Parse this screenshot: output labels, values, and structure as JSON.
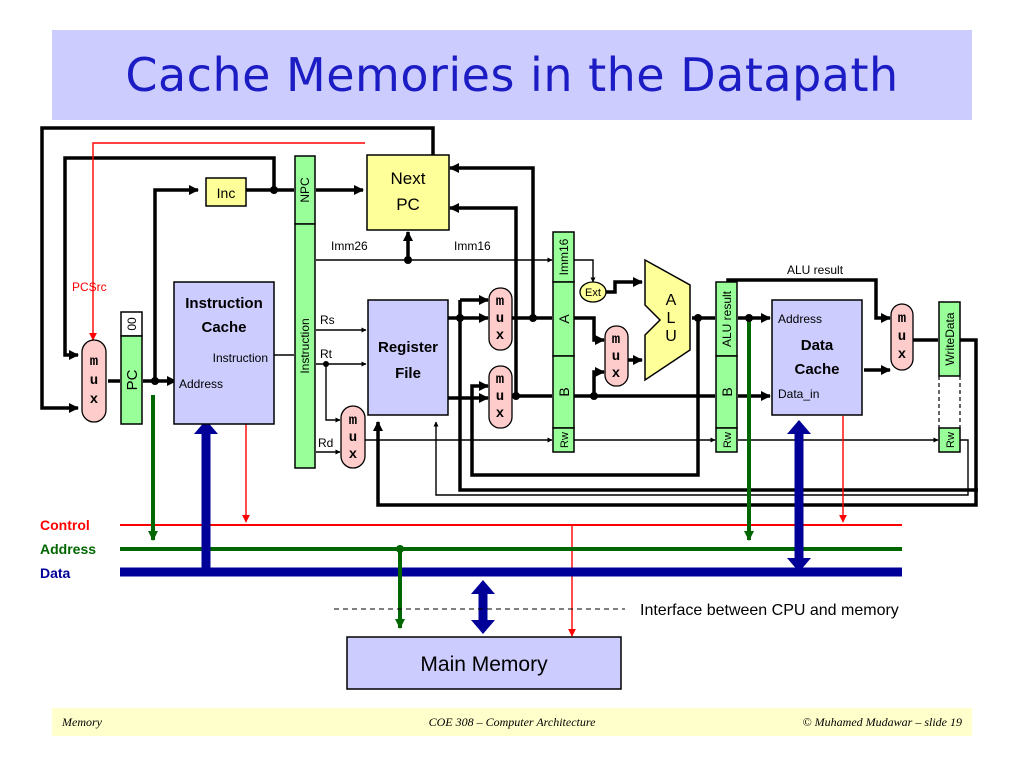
{
  "slide": {
    "title": "Cache Memories in the Datapath"
  },
  "footer": {
    "left": "Memory",
    "center": "COE 308 – Computer Architecture",
    "right": "© Muhamed Mudawar – slide 19"
  },
  "blocks": {
    "inc": "Inc",
    "next_pc": [
      "Next",
      "PC"
    ],
    "npc": "NPC",
    "instruction_reg": "Instruction",
    "icache": {
      "title": [
        "Instruction",
        "Cache"
      ],
      "instruction": "Instruction",
      "address": "Address"
    },
    "pc": "PC",
    "pc_bits": "00",
    "regfile": [
      "Register",
      "File"
    ],
    "imm16_reg": "Imm16",
    "a_reg": "A",
    "b_reg": "B",
    "rw": "Rw",
    "ext": "Ext",
    "alu": [
      "A",
      "L",
      "U"
    ],
    "alu_result_reg": "ALU result",
    "dcache": {
      "title": [
        "Data",
        "Cache"
      ],
      "address": "Address",
      "data_in": "Data_in"
    },
    "write_data": "WriteData",
    "mux": [
      "m",
      "u",
      "x"
    ]
  },
  "signals": {
    "pcsrc": "PCSrc",
    "imm26": "Imm26",
    "imm16": "Imm16",
    "rs": "Rs",
    "rt": "Rt",
    "rd": "Rd",
    "alu_result": "ALU result"
  },
  "buses": {
    "control": "Control",
    "address": "Address",
    "data": "Data"
  },
  "interface_label": "Interface between CPU and memory",
  "main_memory": "Main Memory",
  "colors": {
    "control": "#ff0000",
    "address": "#006600",
    "data": "#000099",
    "register": "#99ff99",
    "block": "#ccccff",
    "yellow": "#ffff99",
    "mux": "#ffcccc"
  }
}
